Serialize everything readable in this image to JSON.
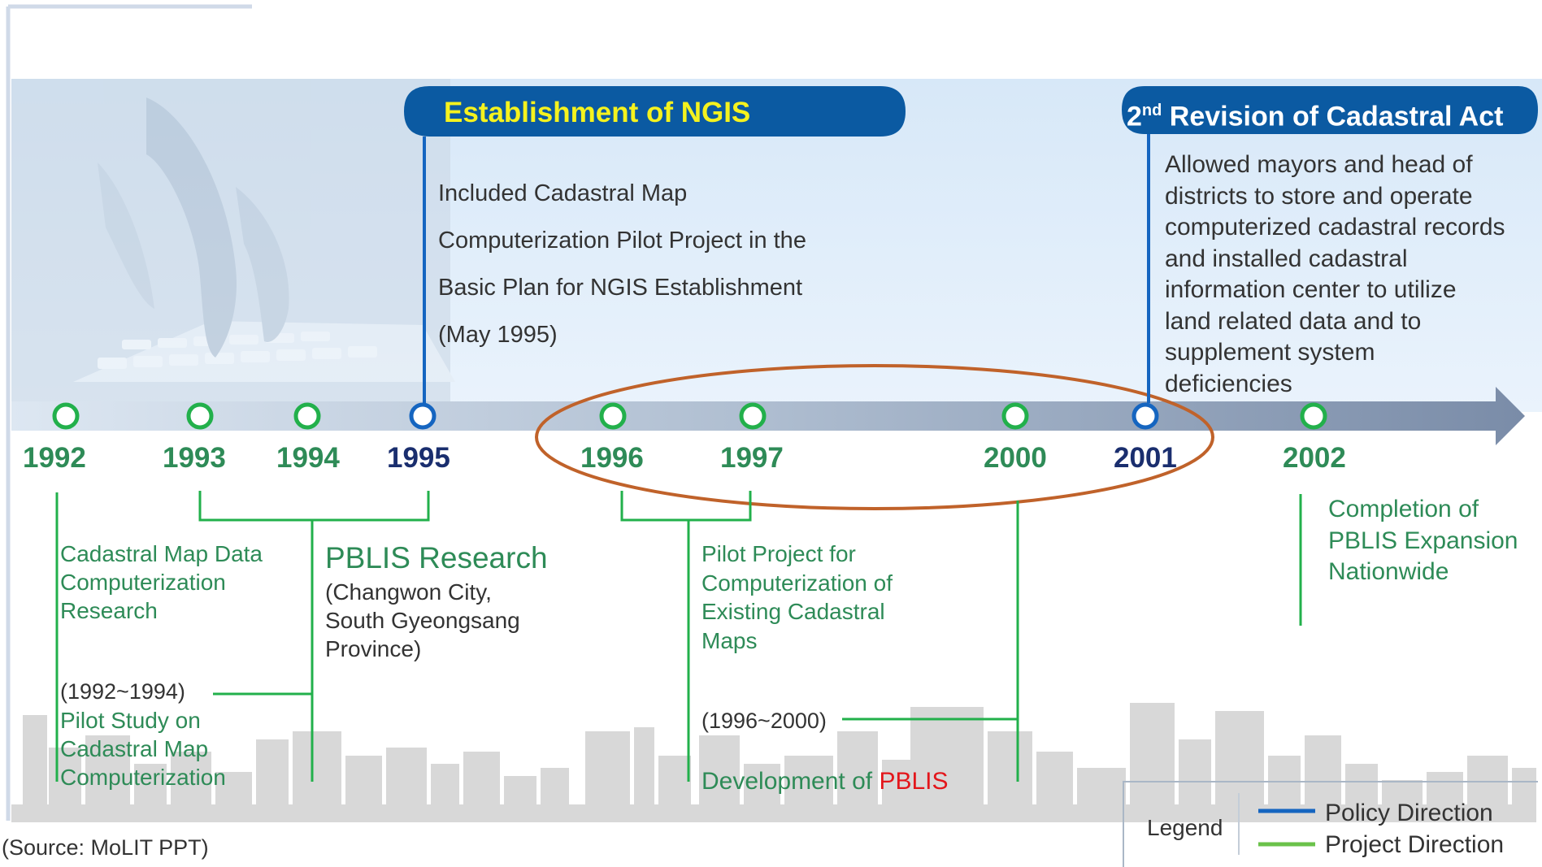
{
  "colors": {
    "policy": "#1565c0",
    "project": "#22b04b",
    "year_green": "#2e8b57",
    "year_policy": "#1a2e6e",
    "pill_fill": "#0b5aa2",
    "pill_text_yellow": "#f5f21e",
    "highlight_ellipse": "#c0622a",
    "emphasis_red": "#e3161b",
    "band": "#e6f1fb"
  },
  "timeline": {
    "years": [
      {
        "label": "1992",
        "kind": "project"
      },
      {
        "label": "1993",
        "kind": "project"
      },
      {
        "label": "1994",
        "kind": "project"
      },
      {
        "label": "1995",
        "kind": "policy"
      },
      {
        "label": "1996",
        "kind": "project"
      },
      {
        "label": "1997",
        "kind": "project"
      },
      {
        "label": "2000",
        "kind": "project"
      },
      {
        "label": "2001",
        "kind": "policy"
      },
      {
        "label": "2002",
        "kind": "project"
      }
    ]
  },
  "policy": {
    "ngis": {
      "title": "Establishment of NGIS",
      "text": "Included Cadastral Map\nComputerization Pilot Project in the\nBasic Plan for NGIS Establishment\n(May 1995)"
    },
    "revision": {
      "title_sup": "nd",
      "title_num": "2",
      "title_rest": " Revision of Cadastral Act",
      "text": "Allowed mayors and head of\ndistricts to store and operate\ncomputerized cadastral records\nand installed cadastral\ninformation center to utilize\nland related data and to\nsupplement system\ndeficiencies"
    }
  },
  "projects": {
    "data_research": "Cadastral Map Data\nComputerization\nResearch",
    "pilot_range": "(1992~1994)",
    "pilot_study": "Pilot Study on\nCadastral Map\nComputerization",
    "pblis_title": "PBLIS  Research",
    "pblis_place": "(Changwon City,\nSouth Gyeongsang\nProvince)",
    "pilot_project": "Pilot Project for\nComputerization of\nExisting Cadastral\nMaps",
    "dev_range": "(1996~2000)",
    "dev_prefix": "Development of ",
    "dev_emph": "PBLIS",
    "completion": "Completion of\nPBLIS Expansion\nNationwide"
  },
  "legend": {
    "title": "Legend",
    "policy": "Policy Direction",
    "project": "Project Direction"
  },
  "source": "(Source: MoLIT PPT)"
}
